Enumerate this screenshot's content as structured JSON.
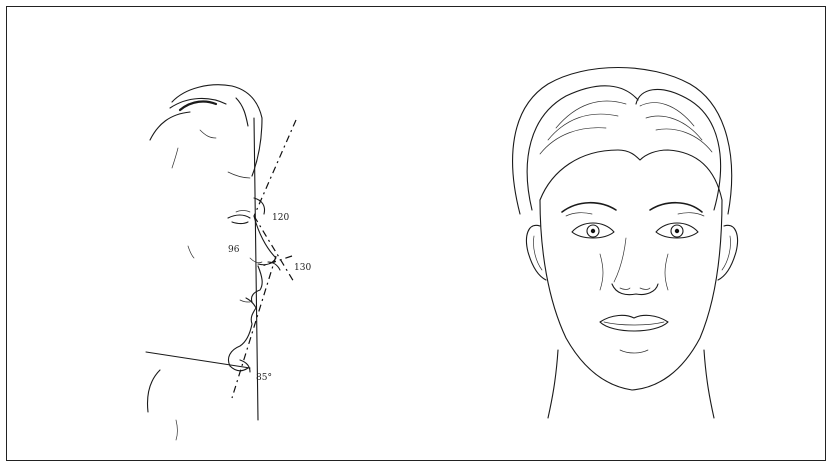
{
  "figure": {
    "profile_angle_labels": {
      "nasofrontal": "120",
      "nasolabial": "130",
      "labial": "96",
      "cervicomental": "85°"
    }
  }
}
